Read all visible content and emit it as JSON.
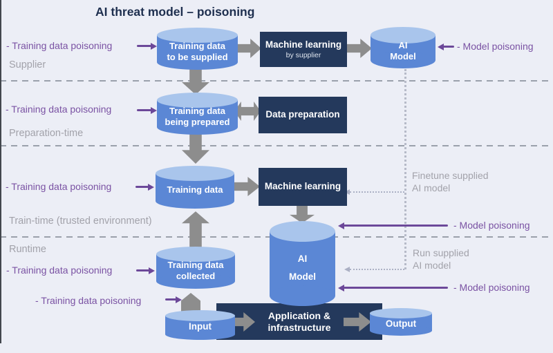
{
  "title": "AI threat model – poisoning",
  "sections": {
    "supplier": "Supplier",
    "preparation": "Preparation-time",
    "train": "Train-time (trusted environment)",
    "runtime": "Runtime"
  },
  "cylinders": {
    "supplied": {
      "l1": "Training data",
      "l2": "to be supplied"
    },
    "ai_top": {
      "l1": "AI",
      "l2": "Model"
    },
    "prepared": {
      "l1": "Training data",
      "l2": "being prepared"
    },
    "train": {
      "l1": "Training data"
    },
    "collected": {
      "l1": "Training data",
      "l2": "collected"
    },
    "ai_main": {
      "l1": "AI",
      "l2": "Model"
    },
    "input": {
      "l1": "Input"
    },
    "output": {
      "l1": "Output"
    }
  },
  "boxes": {
    "ml_supplier": {
      "title": "Machine learning",
      "subtitle": "by supplier"
    },
    "data_prep": {
      "title": "Data preparation"
    },
    "ml_train": {
      "title": "Machine learning"
    },
    "app": {
      "l1": "Application &",
      "l2": "infrastructure"
    }
  },
  "threats": {
    "training_poisoning": "- Training data poisoning",
    "model_poisoning": "- Model poisoning"
  },
  "notes": {
    "finetune": {
      "l1": "Finetune supplied",
      "l2": "AI model"
    },
    "run": {
      "l1": "Run supplied",
      "l2": "AI model"
    }
  },
  "colors": {
    "background": "#eceef6",
    "cylinder_body": "#5b87d5",
    "cylinder_cap": "#a9c5ec",
    "navy_box": "#24395c",
    "purple_text": "#7a52a3",
    "purple_arrow": "#6c4899",
    "gray_arrow": "#8d8d8d",
    "gray_label": "#a2a2aa",
    "title_navy": "#1e2f4f"
  }
}
